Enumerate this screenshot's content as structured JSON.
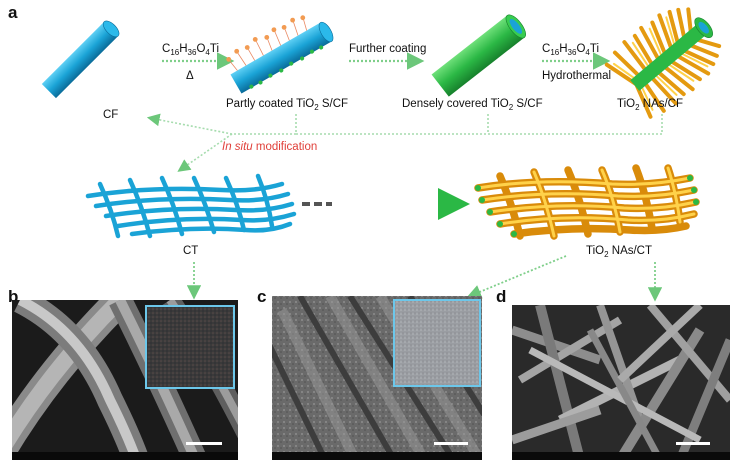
{
  "panels": {
    "a": "a",
    "b": "b",
    "c": "c",
    "d": "d"
  },
  "top_row": {
    "cf_label": "CF",
    "step1_reagent": "C16H36O4Ti",
    "step1_condition": "Δ",
    "step1_product": "Partly coated TiO2 S/CF",
    "step2_reagent": "Further coating",
    "step2_product": "Densely covered TiO2 S/CF",
    "step3_reagent": "C16H36O4Ti",
    "step3_condition": "Hydrothermal",
    "step3_product": "TiO2 NAs/CF"
  },
  "middle_row": {
    "modification_italic": "In situ",
    "modification_rest": " modification",
    "ct_label": "CT",
    "product_label": "TiO2 NAs/CT"
  },
  "colors": {
    "fiber_blue": "#1aa3d6",
    "coating_green": "#2bb845",
    "nanorod_yellow": "#f2b21c",
    "dotted_arrow": "#7fcf8a",
    "red_text": "#e0403a",
    "inset_border": "#6cc7ea"
  }
}
